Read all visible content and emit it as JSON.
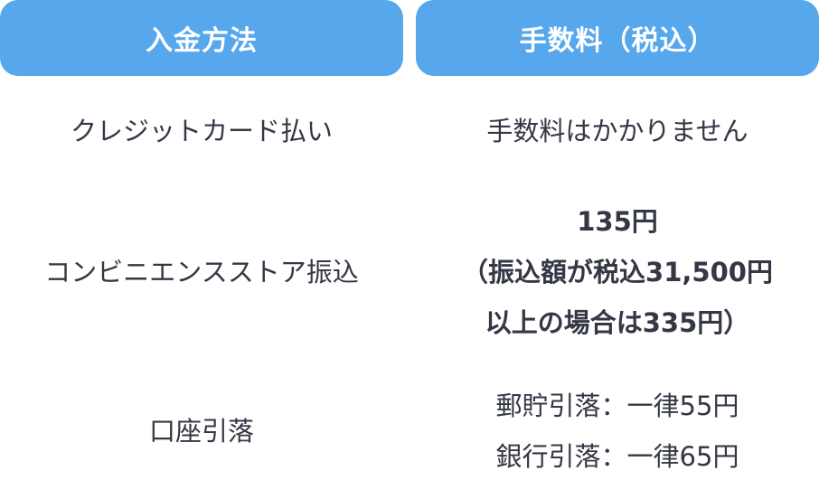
{
  "header": {
    "col1": "入金方法",
    "col2": "手数料（税込）"
  },
  "colors": {
    "header_bg": "#56a7ec",
    "header_text": "#ffffff",
    "body_text": "#343744",
    "background": "#ffffff"
  },
  "rows": [
    {
      "method": "クレジットカード払い",
      "fee_lines": [
        "手数料はかかりません"
      ]
    },
    {
      "method": "コンビニエンスストア振込",
      "fee_lines": [
        "135円",
        "（振込額が税込31,500円",
        "以上の場合は335円）"
      ]
    },
    {
      "method": "口座引落",
      "fee_lines": [
        "郵貯引落：一律55円",
        "銀行引落：一律65円"
      ]
    }
  ]
}
